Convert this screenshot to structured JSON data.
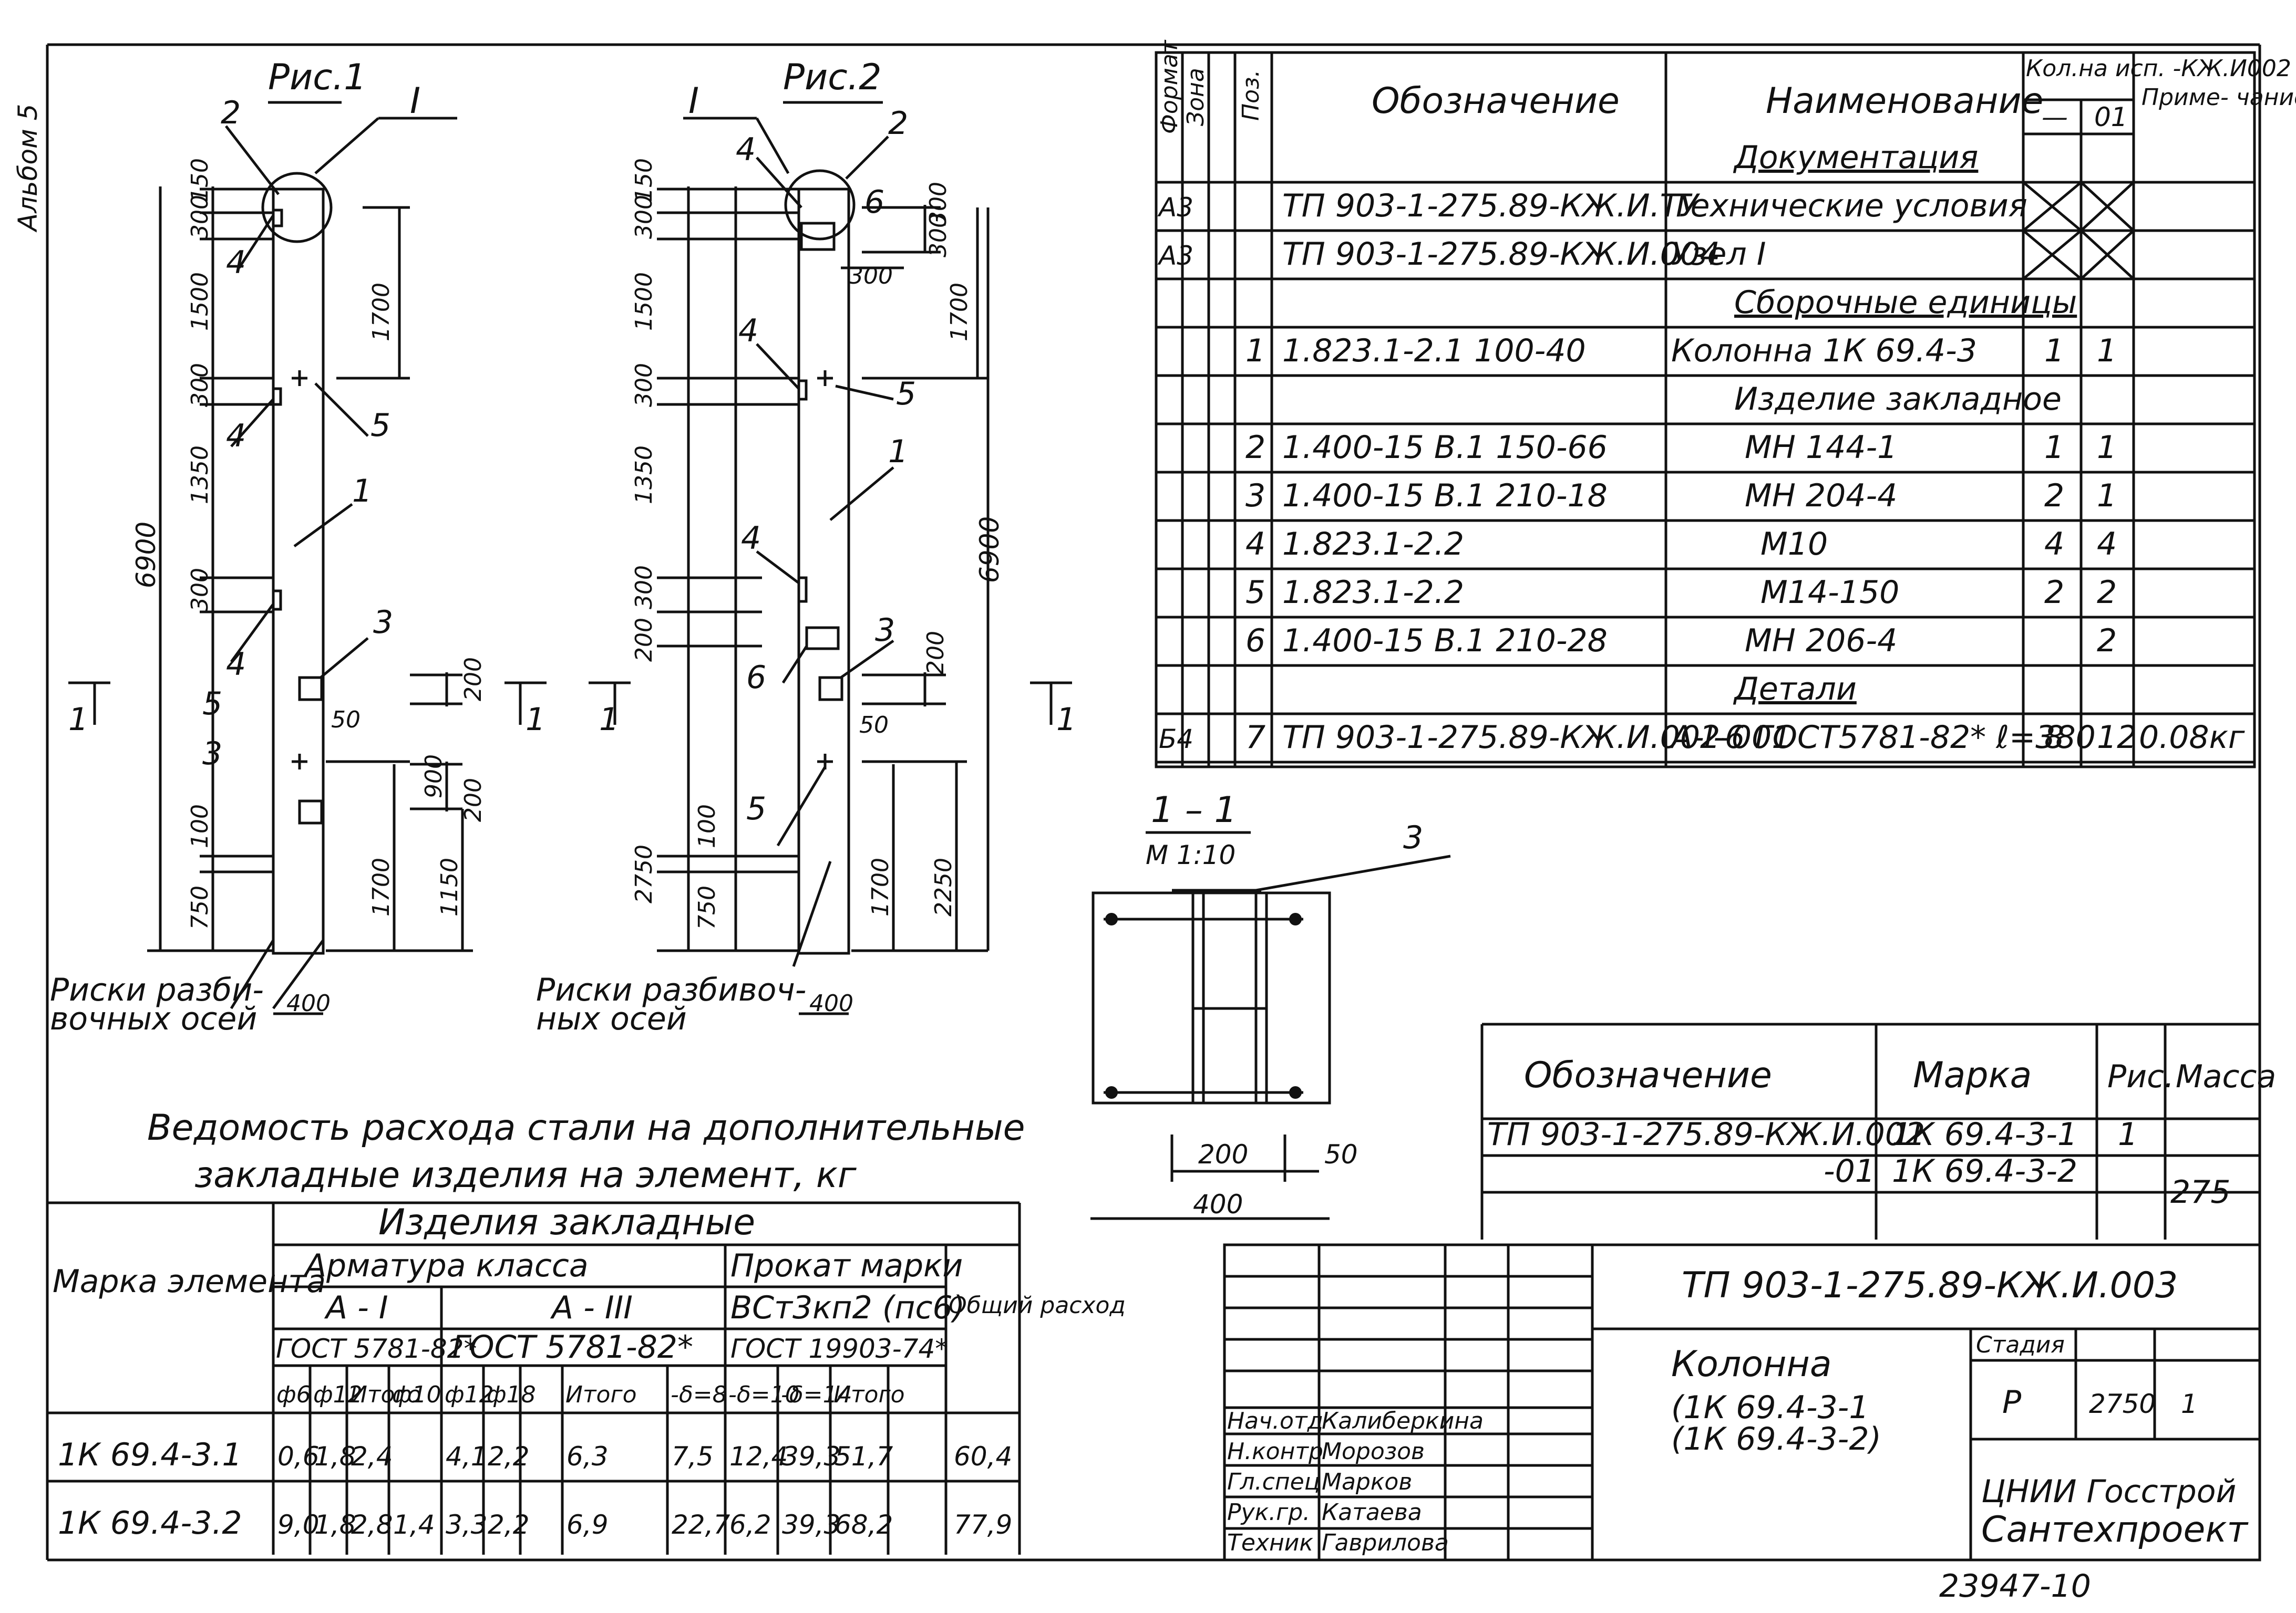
{
  "sheet": {
    "side_label": "Альбом 5",
    "stamp_number": "23947-10"
  },
  "fig1": {
    "title": "Рис.1",
    "node_label": "I",
    "dims_left": [
      "150",
      "300",
      "1500",
      "300",
      "1350",
      "300",
      "100",
      "750"
    ],
    "dim_total": "6900",
    "dims_right": [
      "1700",
      "200",
      "900",
      "200",
      "1700",
      "1150"
    ],
    "dim_50": "50",
    "dim_width": "400",
    "callouts": [
      "2",
      "4",
      "4",
      "5",
      "1",
      "4",
      "3",
      "5",
      "3"
    ],
    "section_mark": "1",
    "risk_label_1": "Риски разби-",
    "risk_label_2": "вочных осей"
  },
  "fig2": {
    "title": "Рис.2",
    "node_label": "I",
    "dims_left": [
      "150",
      "300",
      "1500",
      "300",
      "1350",
      "300",
      "200",
      "100",
      "750"
    ],
    "dim_2750": "2750",
    "dims_right": [
      "1700",
      "300",
      "300",
      "6900",
      "200",
      "1700",
      "2250"
    ],
    "dim_300": "300",
    "dim_50": "50",
    "dim_width": "400",
    "callouts": [
      "4",
      "2",
      "6",
      "4",
      "5",
      "1",
      "4",
      "6",
      "3",
      "5"
    ],
    "section_mark": "1",
    "risk_label_1": "Риски разбивоч-",
    "risk_label_2": "ных осей"
  },
  "spec": {
    "headers": {
      "format": "Формат",
      "zone": "Зона",
      "pos": "Поз.",
      "designation": "Обозначение",
      "name": "Наименование",
      "qty": "Кол.на исп. -КЖ.И002",
      "qty_a": "—",
      "qty_b": "01",
      "note": "Приме- чание"
    },
    "rows": [
      {
        "format": "",
        "pos": "",
        "designation": "",
        "name": "Документация",
        "q1": "",
        "q2": "",
        "note": "",
        "section": true
      },
      {
        "format": "А3",
        "pos": "",
        "designation": "ТП 903-1-275.89-КЖ.И.ТУ",
        "name": "Технические условия",
        "q1": "",
        "q2": "",
        "note": "",
        "cross": true
      },
      {
        "format": "А3",
        "pos": "",
        "designation": "ТП 903-1-275.89-КЖ.И.004",
        "name": "Узел I",
        "q1": "",
        "q2": "",
        "note": "",
        "cross": true
      },
      {
        "format": "",
        "pos": "",
        "designation": "",
        "name": "Сборочные единицы",
        "q1": "",
        "q2": "",
        "note": "",
        "section": true
      },
      {
        "format": "",
        "pos": "1",
        "designation": "1.823.1-2.1 100-40",
        "name": "Колонна 1К 69.4-3",
        "q1": "1",
        "q2": "1",
        "note": ""
      },
      {
        "format": "",
        "pos": "",
        "designation": "",
        "name": "Изделие закладное",
        "q1": "",
        "q2": "",
        "note": ""
      },
      {
        "format": "",
        "pos": "2",
        "designation": "1.400-15 В.1 150-66",
        "name": "МН 144-1",
        "q1": "1",
        "q2": "1",
        "note": ""
      },
      {
        "format": "",
        "pos": "3",
        "designation": "1.400-15 В.1 210-18",
        "name": "МН 204-4",
        "q1": "2",
        "q2": "1",
        "note": ""
      },
      {
        "format": "",
        "pos": "4",
        "designation": "1.823.1-2.2",
        "name": "М10",
        "q1": "4",
        "q2": "4",
        "note": ""
      },
      {
        "format": "",
        "pos": "5",
        "designation": "1.823.1-2.2",
        "name": "М14-150",
        "q1": "2",
        "q2": "2",
        "note": ""
      },
      {
        "format": "",
        "pos": "6",
        "designation": "1.400-15 В.1 210-28",
        "name": "МН 206-4",
        "q1": "",
        "q2": "2",
        "note": ""
      },
      {
        "format": "",
        "pos": "",
        "designation": "",
        "name": "Детали",
        "q1": "",
        "q2": "",
        "note": "",
        "section": true
      },
      {
        "format": "Б4",
        "pos": "7",
        "designation": "ТП 903-1-275.89-КЖ.И.002-001",
        "name": "А-I-6 ГОСТ5781-82* ℓ=380",
        "q1": "8",
        "q2": "12",
        "note": "0.08кг"
      }
    ]
  },
  "section": {
    "title": "1 – 1",
    "scale": "М 1:10",
    "callout": "3",
    "dim_200": "200",
    "dim_50": "50",
    "dim_400": "400"
  },
  "marks": {
    "headers": {
      "designation": "Обозначение",
      "mark": "Марка",
      "fig": "Рис.",
      "mass": "Масса"
    },
    "rows": [
      {
        "designation": "ТП 903-1-275.89-КЖ.И.002",
        "mark": "1К 69.4-3-1",
        "fig": "1",
        "mass": ""
      },
      {
        "designation": "-01",
        "mark": "1К 69.4-3-2",
        "fig": "",
        "mass": "275"
      }
    ]
  },
  "steel": {
    "title_1": "Ведомость расхода стали на дополнительные",
    "title_2": "закладные изделия на элемент, кг",
    "h_mark": "Марка элемента",
    "h_items": "Изделия закладные",
    "h_rebar": "Арматура класса",
    "h_a1": "А - I",
    "h_a3": "А - III",
    "h_rolled": "Прокат марки",
    "h_steel": "ВСт3кп2 (пс6)",
    "h_total": "Общий расход",
    "h_gost1": "ГОСТ 5781-82*",
    "h_gost2": "ГОСТ 5781-82*",
    "h_gost3": "ГОСТ 19903-74*",
    "cols": [
      "ф6",
      "ф12",
      "Итого",
      "ф10",
      "ф12",
      "ф18",
      "",
      "Итого",
      "-δ=8",
      "-δ=10",
      "-δ=14",
      "Итого"
    ],
    "rows": [
      {
        "mark": "1К 69.4-3.1",
        "vals": [
          "0,6",
          "1,8",
          "2,4",
          "",
          "4,1",
          "2,2",
          "",
          "6,3",
          "7,5",
          "12,4",
          "39,3",
          "51,7"
        ],
        "total": "60,4"
      },
      {
        "mark": "1К 69.4-3.2",
        "vals": [
          "9,0",
          "1,8",
          "2,8",
          "1,4",
          "3,3",
          "2,2",
          "",
          "6,9",
          "22,7",
          "6,2",
          "39,3",
          "68,2"
        ],
        "total": "77,9"
      }
    ]
  },
  "title_block": {
    "code": "ТП 903-1-275.89-КЖ.И.003",
    "name_1": "Колонна",
    "name_2": "(1К 69.4-3-1",
    "name_3": "(1К 69.4-3-2)",
    "stage_label": "Стадия",
    "stage": "Р",
    "sheet_no": "2750",
    "sheets": "1",
    "org_1": "ЦНИИ Госстрой",
    "org_2": "Сантехпроект",
    "roles": [
      {
        "role": "Нач.отд",
        "name": "Калиберкина"
      },
      {
        "role": "Н.контр",
        "name": "Морозов"
      },
      {
        "role": "Гл.спец",
        "name": "Марков"
      },
      {
        "role": "Рук.гр.",
        "name": "Катаева"
      },
      {
        "role": "Техник",
        "name": "Гаврилова"
      }
    ]
  }
}
